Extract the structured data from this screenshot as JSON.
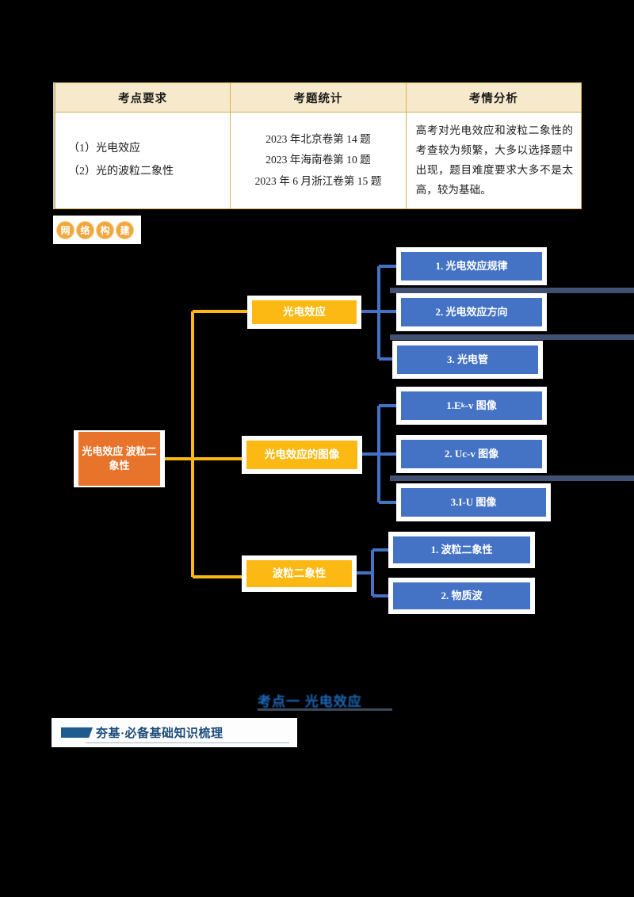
{
  "exam_table": {
    "headers": [
      "考点要求",
      "考题统计",
      "考情分析"
    ],
    "rows": [
      {
        "requirements": [
          "（1）光电效应",
          "（2）光的波粒二象性"
        ],
        "statistics": [
          "2023 年北京卷第 14 题",
          "2023 年海南卷第 10 题",
          "2023 年 6 月浙江卷第 15 题"
        ],
        "analysis": "高考对光电效应和波粒二象性的考查较为频繁，大多以选择题中出现，题目难度要求大多不是太高，较为基础。"
      }
    ]
  },
  "network_badge": {
    "chars": [
      "网",
      "络",
      "构",
      "建"
    ]
  },
  "mindmap": {
    "root": "光电效应  波粒二象性",
    "branches": [
      {
        "label": "光电效应",
        "children": [
          "1. 光电效应规律",
          "2. 光电效应方向",
          "3. 光电管"
        ]
      },
      {
        "label": "光电效应的图像",
        "children": [
          "1.E",
          "2. Uc-v 图像",
          "3.I-U 图像"
        ]
      },
      {
        "label": "波粒二象性",
        "children": [
          "1. 波粒二象性",
          "2. 物质波"
        ]
      }
    ],
    "ek_node": {
      "prefix": "1.E",
      "sub": "k",
      "suffix": "-v 图像"
    }
  },
  "footer": {
    "kaodian_title": "考点一 光电效应",
    "hangji_title": "夯基·必备基础知识梳理"
  },
  "colors": {
    "root": "#E8732A",
    "level2": "#FCB913",
    "level3": "#4472C4",
    "table_header_bg": "#F7E9CB",
    "table_border": "#D9AE53",
    "badge": "#F0A73C",
    "footer_blue": "#1F6FC4"
  }
}
